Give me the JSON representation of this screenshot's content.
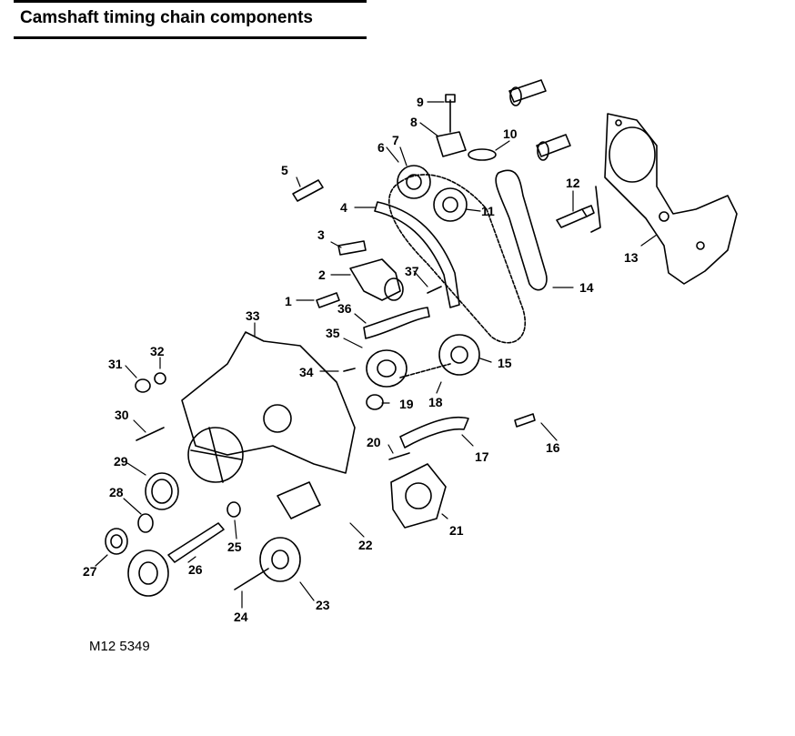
{
  "title": "Camshaft timing chain components",
  "figure_ref": "M12 5349",
  "callouts": [
    "1",
    "2",
    "3",
    "4",
    "5",
    "6",
    "7",
    "8",
    "9",
    "10",
    "11",
    "12",
    "13",
    "14",
    "15",
    "16",
    "17",
    "18",
    "19",
    "20",
    "21",
    "22",
    "23",
    "24",
    "25",
    "26",
    "27",
    "28",
    "29",
    "30",
    "31",
    "32",
    "33",
    "34",
    "35",
    "36",
    "37"
  ]
}
